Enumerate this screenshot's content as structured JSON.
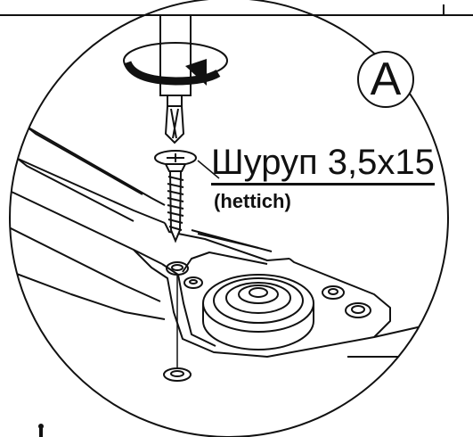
{
  "callout": {
    "letter": "A"
  },
  "screw": {
    "label": "Шуруп 3,5x15",
    "brand": "(hettich)"
  },
  "colors": {
    "ink": "#111111",
    "paper": "#ffffff"
  }
}
